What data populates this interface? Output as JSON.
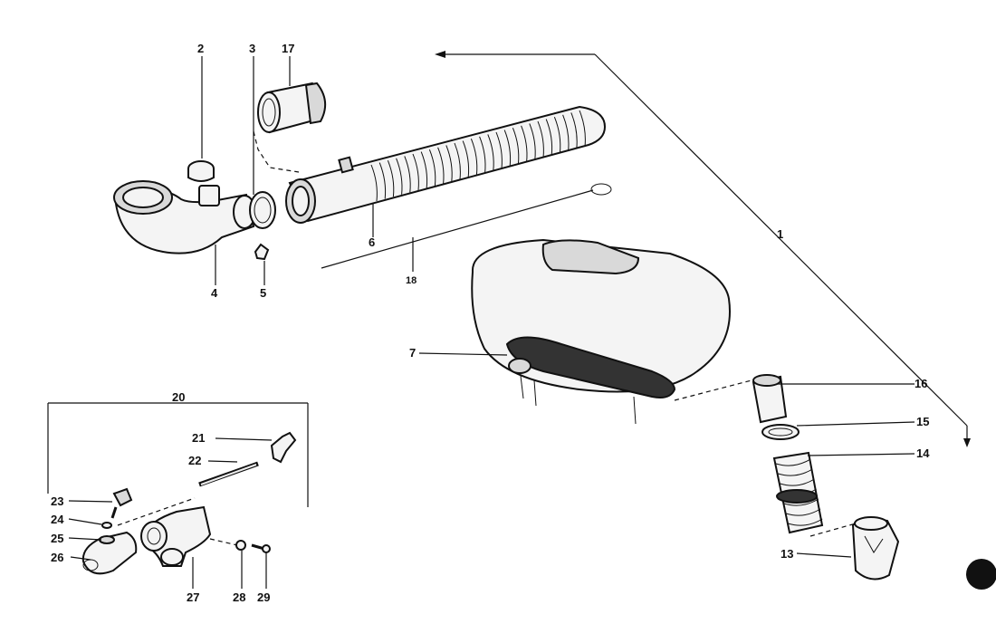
{
  "labels": {
    "l1": "1",
    "l2": "2",
    "l3": "3",
    "l4": "4",
    "l5": "5",
    "l6": "6",
    "l7": "7",
    "l13": "13",
    "l14": "14",
    "l15": "15",
    "l16": "16",
    "l17": "17",
    "l18": "18",
    "l20": "20",
    "l21": "21",
    "l22": "22",
    "l23": "23",
    "l24": "24",
    "l25": "25",
    "l26": "26",
    "l27": "27",
    "l28": "28",
    "l29": "29"
  }
}
